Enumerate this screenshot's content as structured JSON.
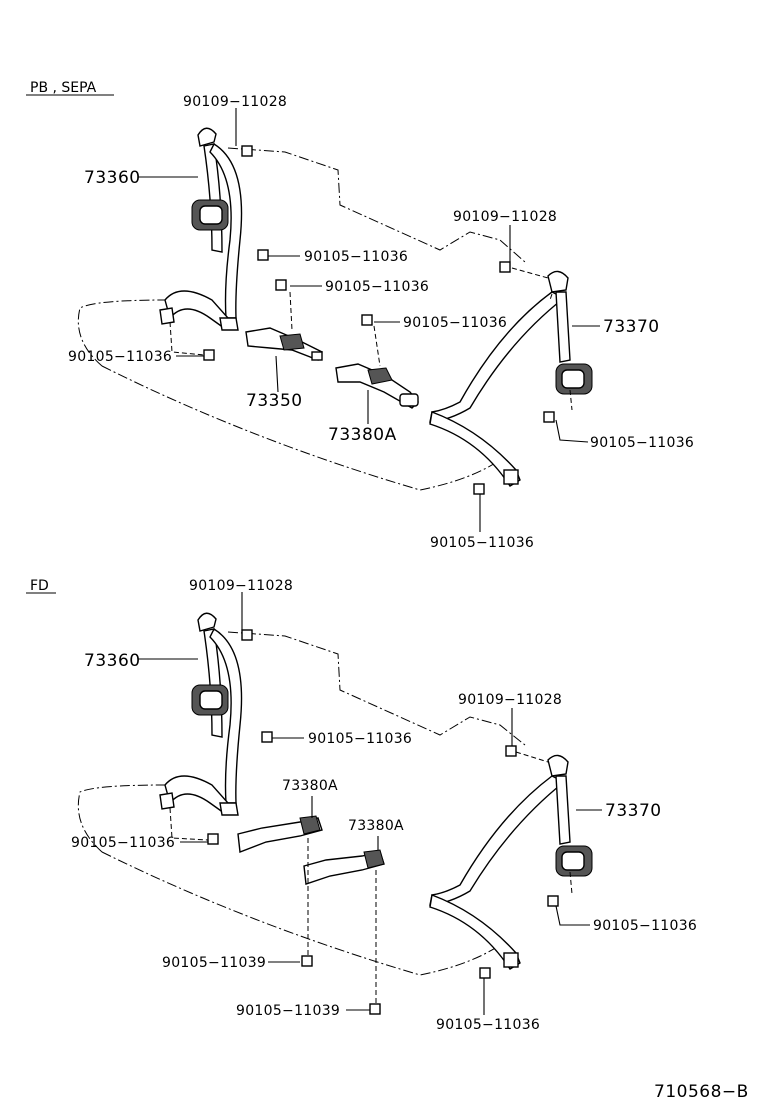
{
  "sections": [
    {
      "title": "PB , SEPA",
      "labels": {
        "bolt_top_left": "90109−11028",
        "retractor_left": "73360",
        "bolt_mid": "90105−11036",
        "bolt_mid2": "90105−11036",
        "bolt_mid3": "90105−11036",
        "bolt_left": "90105−11036",
        "buckle_a": "73350",
        "buckle_b": "73380A",
        "bolt_top_right": "90109−11028",
        "retractor_right": "73370",
        "bolt_right": "90105−11036",
        "bolt_bottom": "90105−11036"
      }
    },
    {
      "title": "FD",
      "labels": {
        "bolt_top_left": "90109−11028",
        "retractor_left": "73360",
        "bolt_mid": "90105−11036",
        "buckle_a": "73380A",
        "buckle_b": "73380A",
        "bolt_left": "90105−11036",
        "bolt_top_right": "90109−11028",
        "retractor_right": "73370",
        "bolt_right": "90105−11036",
        "bolt_bottom": "90105−11036",
        "bolt_lower_a": "90105−11039",
        "bolt_lower_b": "90105−11039"
      }
    }
  ],
  "figure_id": "710568−B"
}
